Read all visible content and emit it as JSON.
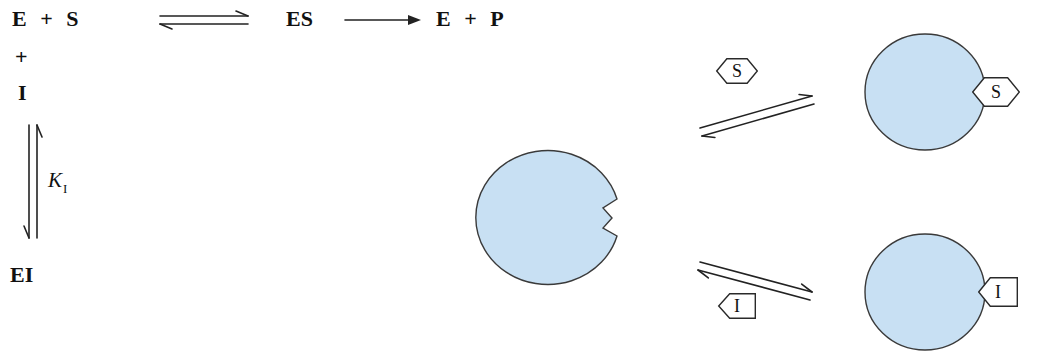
{
  "diagram": {
    "nodes": [
      {
        "text": [
          "S"
        ]
      },
      {
        "text": [
          "S"
        ]
      },
      {
        "text": [
          "I"
        ]
      },
      {
        "text": [
          "I"
        ]
      }
    ],
    "labels": [
      "E + S",
      "ES",
      "E + P",
      "+",
      "I",
      "K",
      "I",
      "EI"
    ]
  }
}
